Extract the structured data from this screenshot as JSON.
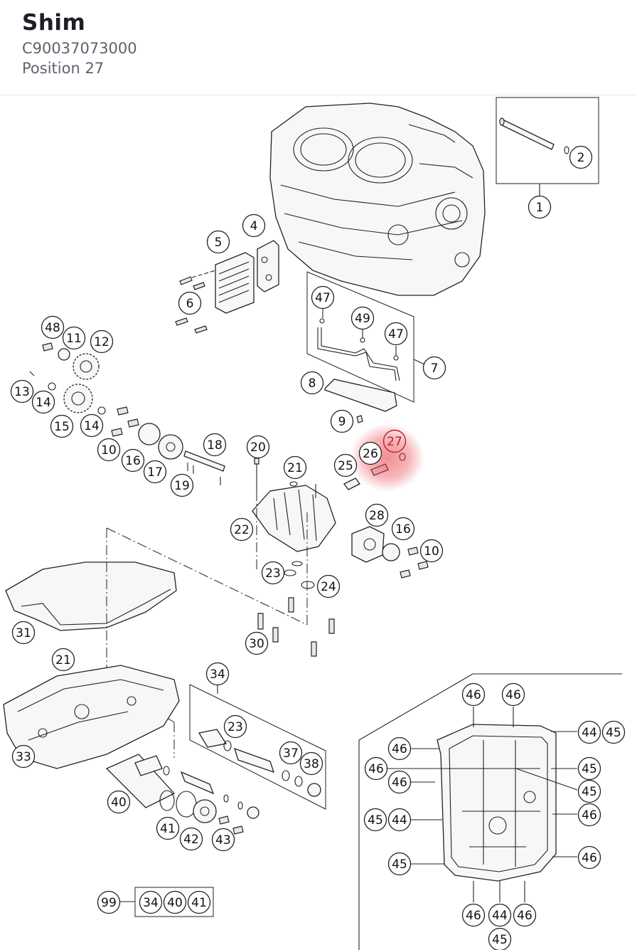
{
  "header": {
    "title": "Shim",
    "part_number": "C90037073000",
    "position": "Position 27"
  },
  "highlight": {
    "position": "27",
    "color": "#e8323c"
  },
  "colors": {
    "callout_stroke": "#222222",
    "highlight_text": "#b8212d",
    "subtitle": "#5c6370"
  },
  "callouts": [
    "2",
    "1",
    "4",
    "5",
    "6",
    "47",
    "49",
    "47",
    "7",
    "48",
    "11",
    "12",
    "13",
    "14",
    "15",
    "14",
    "10",
    "16",
    "17",
    "18",
    "19",
    "8",
    "9",
    "27",
    "26",
    "25",
    "20",
    "21",
    "22",
    "28",
    "16",
    "10",
    "23",
    "24",
    "31",
    "30",
    "21",
    "34",
    "23",
    "37",
    "38",
    "33",
    "40",
    "41",
    "42",
    "43",
    "99",
    "34",
    "40",
    "41",
    "46",
    "46",
    "44",
    "45",
    "46",
    "46",
    "45",
    "46",
    "45",
    "45",
    "44",
    "46",
    "45",
    "46",
    "46",
    "44",
    "46",
    "45"
  ]
}
